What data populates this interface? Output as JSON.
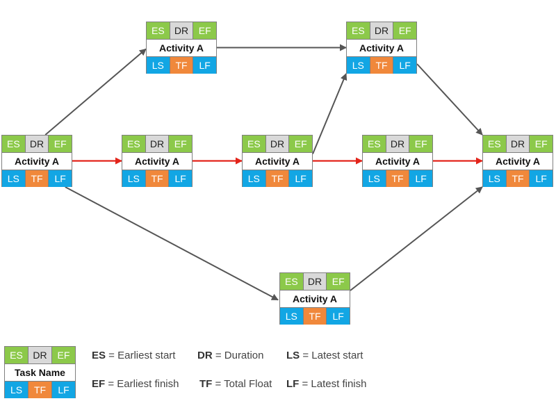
{
  "cell_labels": {
    "es": "ES",
    "dr": "DR",
    "ef": "EF",
    "ls": "LS",
    "tf": "TF",
    "lf": "LF"
  },
  "nodes": [
    {
      "id": "n1",
      "name": "Activity A"
    },
    {
      "id": "n2",
      "name": "Activity A"
    },
    {
      "id": "n3",
      "name": "Activity A"
    },
    {
      "id": "n4",
      "name": "Activity A"
    },
    {
      "id": "n5",
      "name": "Activity A"
    },
    {
      "id": "n6",
      "name": "Activity A"
    },
    {
      "id": "n7",
      "name": "Activity A"
    },
    {
      "id": "n8",
      "name": "Activity A"
    }
  ],
  "edges": [
    {
      "from": "n1",
      "to": "n2",
      "critical": false
    },
    {
      "from": "n2",
      "to": "n3",
      "critical": false
    },
    {
      "from": "n3",
      "to": "n8",
      "critical": false
    },
    {
      "from": "n1",
      "to": "n4",
      "critical": true
    },
    {
      "from": "n4",
      "to": "n5",
      "critical": true
    },
    {
      "from": "n5",
      "to": "n3",
      "critical": false
    },
    {
      "from": "n5",
      "to": "n6",
      "critical": true
    },
    {
      "from": "n6",
      "to": "n8",
      "critical": true
    },
    {
      "from": "n1",
      "to": "n7",
      "critical": false
    },
    {
      "from": "n7",
      "to": "n8",
      "critical": false
    }
  ],
  "colors": {
    "early": "#8cc94a",
    "duration": "#d9d9d9",
    "late": "#12a6e4",
    "float": "#f0883b",
    "edge": "#555555",
    "critical_edge": "#e3251b"
  },
  "legend": {
    "node_name": "Task Name",
    "items": [
      {
        "abbr": "ES",
        "text": " = Earliest start"
      },
      {
        "abbr": "DR",
        "text": " = Duration"
      },
      {
        "abbr": "LS",
        "text": " = Latest start"
      },
      {
        "abbr": "EF",
        "text": " = Earliest finish"
      },
      {
        "abbr": "TF",
        "text": " = Total Float"
      },
      {
        "abbr": "LF",
        "text": " = Latest finish"
      }
    ]
  }
}
